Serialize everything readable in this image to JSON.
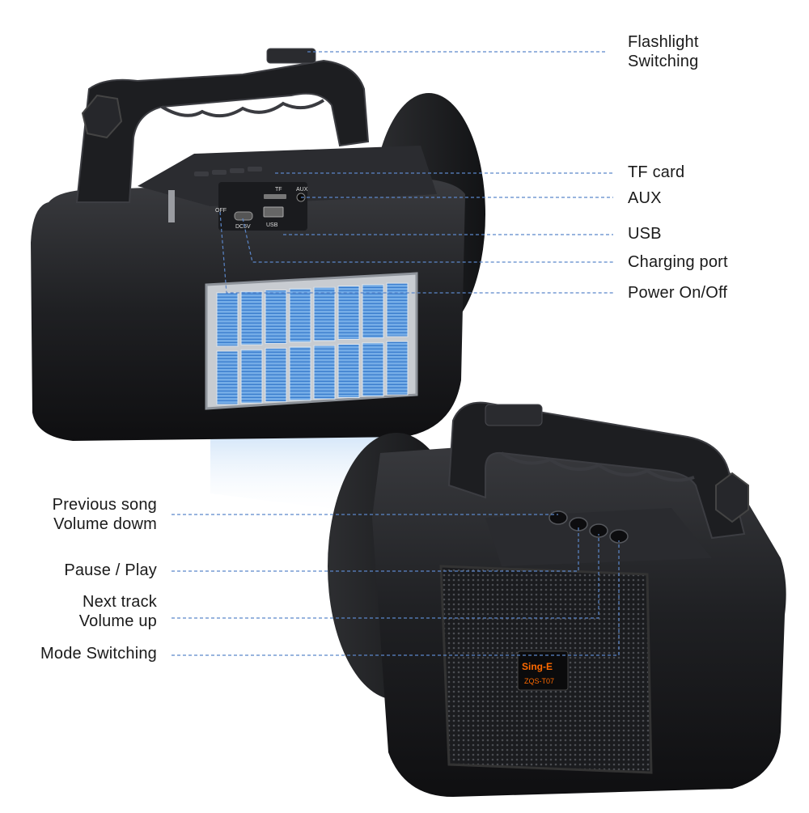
{
  "callouts_right": [
    {
      "lines": [
        "Flashlight",
        "Switching"
      ]
    },
    {
      "lines": [
        "TF card"
      ]
    },
    {
      "lines": [
        "AUX"
      ]
    },
    {
      "lines": [
        "USB"
      ]
    },
    {
      "lines": [
        "Charging port"
      ]
    },
    {
      "lines": [
        "Power On/Off"
      ]
    }
  ],
  "callouts_left": [
    {
      "lines": [
        "Previous song",
        "Volume dowm"
      ]
    },
    {
      "lines": [
        "Pause / Play"
      ]
    },
    {
      "lines": [
        "Next track",
        "Volume up"
      ]
    },
    {
      "lines": [
        "Mode Switching"
      ]
    }
  ],
  "device_labels": {
    "off": "OFF",
    "dc5v": "DC5V",
    "tf": "TF",
    "aux": "AUX",
    "usb": "USB",
    "brand_logo": "Sing-E",
    "model": "ZQS-T07"
  },
  "colors": {
    "leader_line": "#5b86c9",
    "body": "#1c1d20",
    "solar_cell": "#4a90d9"
  }
}
